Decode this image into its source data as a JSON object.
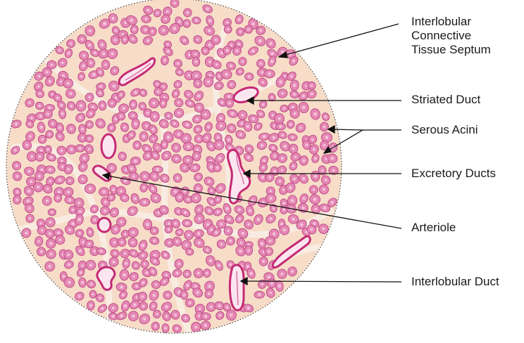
{
  "diagram": {
    "subject": "Histological section of serous salivary gland (light micrograph illustration)",
    "labels": {
      "septum": [
        "Interlobular",
        "Connective",
        "Tissue Septum"
      ],
      "striated_duct": "Striated Duct",
      "serous_acini": "Serous Acini",
      "excretory_ducts": "Excretory Ducts",
      "arteriole": "Arteriole",
      "interlobular_duct": "Interlobular Duct"
    },
    "colors": {
      "background_tissue": "#f7dcc8",
      "acinus_fill": "#e488b4",
      "acinus_center": "#f4c2da",
      "acinus_stroke": "#c04d88",
      "septum": "#f9ece3",
      "duct_stroke": "#c42a74",
      "duct_lumen": "#fbe6ef",
      "leader_line": "#111111"
    }
  }
}
